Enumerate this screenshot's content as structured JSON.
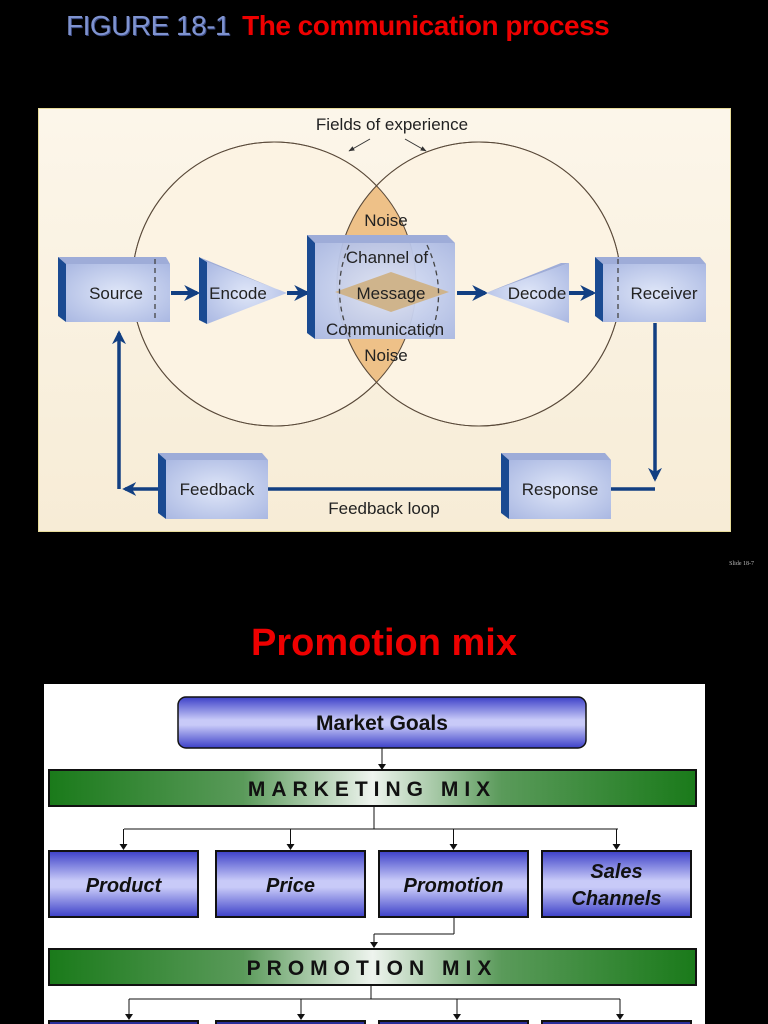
{
  "slide1": {
    "figure_number": "FIGURE 18-1",
    "figure_title": "The communication process",
    "slide_number": "Slide 18-7",
    "diagram": {
      "fields_label": "Fields of experience",
      "source": "Source",
      "encode": "Encode",
      "channel_top": "Channel of",
      "channel_message": "Message",
      "channel_bottom": "Communication",
      "noise_top": "Noise",
      "noise_bottom": "Noise",
      "decode": "Decode",
      "receiver": "Receiver",
      "response": "Response",
      "feedback": "Feedback",
      "feedback_loop": "Feedback loop"
    },
    "colors": {
      "box_blue": "#b8c4e8",
      "arrow_blue": "#123f82",
      "noise_orange": "#eec188",
      "message_tan": "#cfb48c"
    }
  },
  "slide2": {
    "title": "Promotion mix",
    "market_goals": "Market Goals",
    "marketing_mix": "MARKETING MIX",
    "marketing_items": [
      "Product",
      "Price",
      "Promotion",
      "Sales Channels"
    ],
    "promotion_mix": "PROMOTION MIX",
    "colors": {
      "box_blue": "#4a4fd0",
      "bar_green": "#1f7a1f"
    }
  }
}
